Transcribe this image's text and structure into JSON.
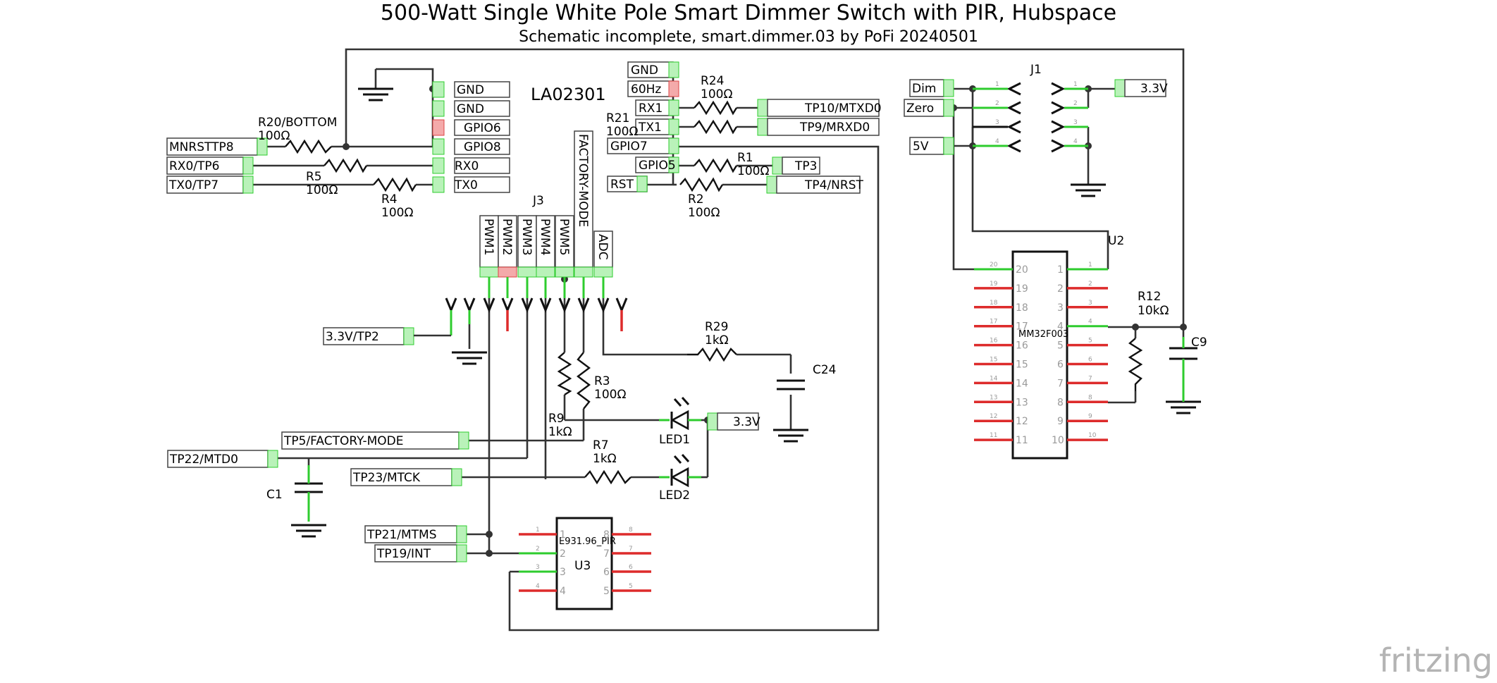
{
  "title": "500-Watt Single White Pole Smart Dimmer Switch with PIR, Hubspace",
  "subtitle": "Schematic incomplete, smart.dimmer.03  by PoFi  20240501",
  "module_label": "LA02301",
  "brand": "fritzing",
  "components": {
    "J1": "J1",
    "J3": "J3",
    "U2": "U2",
    "U3": "U3",
    "U2_part": "MM32F003",
    "U3_part": "E931.96_PIR",
    "R20": "R20/BOTTOM",
    "R20_val": "100Ω",
    "R5": "R5",
    "R5_val": "100Ω",
    "R4": "R4",
    "R4_val": "100Ω",
    "R24": "R24",
    "R24_val": "100Ω",
    "R21": "R21",
    "R21_val": "100Ω",
    "R1": "R1",
    "R1_val": "100Ω",
    "R2": "R2",
    "R2_val": "100Ω",
    "R29": "R29",
    "R29_val": "1kΩ",
    "R3": "R3",
    "R3_val": "100Ω",
    "R9": "R9",
    "R9_val": "1kΩ",
    "R7": "R7",
    "R7_val": "1kΩ",
    "R12": "R12",
    "R12_val": "10kΩ",
    "C24": "C24",
    "C9": "C9",
    "C1": "C1",
    "LED1": "LED1",
    "LED2": "LED2"
  },
  "net_labels": {
    "gnd1": "GND",
    "gnd2": "GND",
    "gpio6": "GPIO6",
    "gpio8": "GPIO8",
    "rx0": "RX0",
    "tx0": "TX0",
    "mnrsttp8": "MNRSTTP8",
    "rx0tp6": "RX0/TP6",
    "tx0tp7": "TX0/TP7",
    "gnd3": "GND",
    "hz60": "60Hz",
    "rx1": "RX1",
    "tx1": "TX1",
    "gpio7": "GPIO7",
    "gpio5": "GPIO5",
    "rst": "RST",
    "tp10": "TP10/MTXD0",
    "tp9": "TP9/MRXD0",
    "tp3": "TP3",
    "tp4": "TP4/NRST",
    "dim": "Dim",
    "zero": "Zero",
    "v5": "5V",
    "v33_j1": "3.3V",
    "v33_tp2": "3.3V/TP2",
    "v33_led": "3.3V",
    "tp5": "TP5/FACTORY-MODE",
    "tp22": "TP22/MTD0",
    "tp23": "TP23/MTCK",
    "tp21": "TP21/MTMS",
    "tp19": "TP19/INT"
  },
  "j3_pins": [
    "PWM1",
    "PWM2",
    "PWM3",
    "PWM4",
    "PWM5",
    "FACTORY-MODE",
    "ADC"
  ],
  "u2_left_pins": [
    "20",
    "19",
    "18",
    "17",
    "16",
    "15",
    "14",
    "13",
    "12",
    "11"
  ],
  "u2_right_pins": [
    "1",
    "2",
    "3",
    "4",
    "5",
    "6",
    "7",
    "8",
    "9",
    "10"
  ],
  "u3_left_pins": [
    "1",
    "2",
    "3",
    "4"
  ],
  "u3_right_pins": [
    "8",
    "7",
    "6",
    "5"
  ],
  "j1_pins": [
    "1",
    "2",
    "3",
    "4"
  ],
  "colors": {
    "wire": "#333333",
    "connected_lead": "#2ecc2e",
    "unconnected_lead": "#dd2b2b",
    "label_arrow": "#b9f2b9",
    "bad_arrow": "#f4aaaa",
    "brand": "#b4b4b4"
  }
}
